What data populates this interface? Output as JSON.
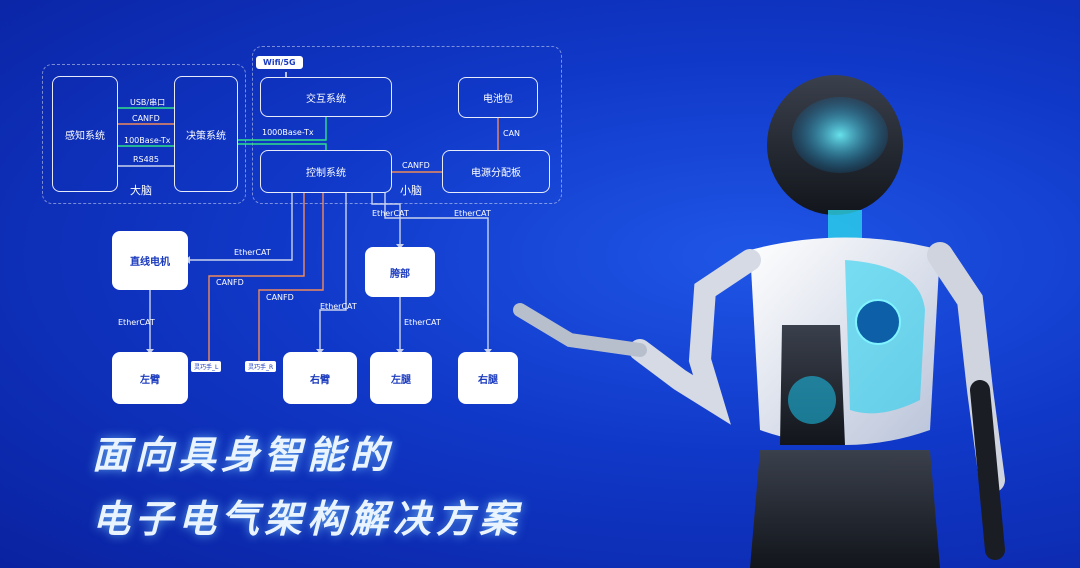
{
  "diagram": {
    "wifi": "Wifi/5G",
    "nodes": {
      "perception": "感知系统",
      "decision": "决策系统",
      "interaction": "交互系统",
      "control": "控制系统",
      "battery": "电池包",
      "power_board": "电源分配板",
      "linear_motor": "直线电机",
      "hip": "胯部",
      "left_arm": "左臂",
      "right_arm": "右臂",
      "left_leg": "左腿",
      "right_leg": "右腿"
    },
    "groups": {
      "big_brain": "大脑",
      "small_brain": "小脑"
    },
    "links": {
      "usb": "USB/串口",
      "canfd_1": "CANFD",
      "eth100": "100Base-Tx",
      "rs485": "RS485",
      "eth1000": "1000Base-Tx",
      "canfd_ctrl_power": "CANFD",
      "can_battery": "CAN",
      "ethercat_hip": "EtherCAT",
      "ethercat_right_leg": "EtherCAT",
      "ethercat_motor": "EtherCAT",
      "canfd_left": "CANFD",
      "canfd_right": "CANFD",
      "ethercat_right_arm": "EtherCAT",
      "ethercat_left_arm": "EtherCAT",
      "ethercat_left_leg": "EtherCAT"
    },
    "hand_tags": {
      "left": "灵巧手_L",
      "right": "灵巧手_R"
    }
  },
  "headline": {
    "line1": "面向具身智能的",
    "line2": "电子电气架构解决方案"
  },
  "colors": {
    "green": "#2ee08a",
    "orange": "#f08a5a",
    "gray": "#c9d2ee"
  }
}
